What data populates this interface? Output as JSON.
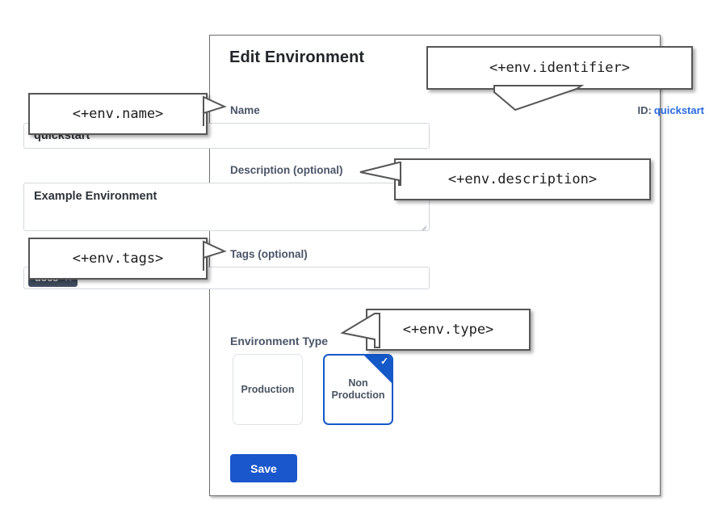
{
  "dialog": {
    "title": "Edit Environment",
    "fields": {
      "name": {
        "label": "Name",
        "value": "quickstart"
      },
      "identifier": {
        "label": "ID:",
        "value": "quickstart"
      },
      "description": {
        "label": "Description (optional)",
        "value": "Example Environment"
      },
      "tags": {
        "label": "Tags (optional)",
        "chips": [
          {
            "text": "docs",
            "remove_icon": "close-icon",
            "remove_glyph": "✕"
          }
        ]
      },
      "environment_type": {
        "label": "Environment Type",
        "options": [
          {
            "label": "Production",
            "selected": false
          },
          {
            "label": "Non Production",
            "line1": "Non",
            "line2": "Production",
            "selected": true,
            "badge_glyph": "✓"
          }
        ]
      }
    },
    "actions": {
      "save_label": "Save"
    }
  },
  "annotations": [
    {
      "id": "name",
      "text": "<+env.name>"
    },
    {
      "id": "tags",
      "text": "<+env.tags>"
    },
    {
      "id": "identifier",
      "text": "<+env.identifier>"
    },
    {
      "id": "description",
      "text": "<+env.description>"
    },
    {
      "id": "type",
      "text": "<+env.type>"
    }
  ],
  "colors": {
    "accent_blue": "#1a56cc",
    "link_blue": "#2a6ae0",
    "label_slate": "#4a5568",
    "chip_slate": "#3f4c5e",
    "panel_border": "#6e6e6e",
    "callout_border": "#565656"
  }
}
